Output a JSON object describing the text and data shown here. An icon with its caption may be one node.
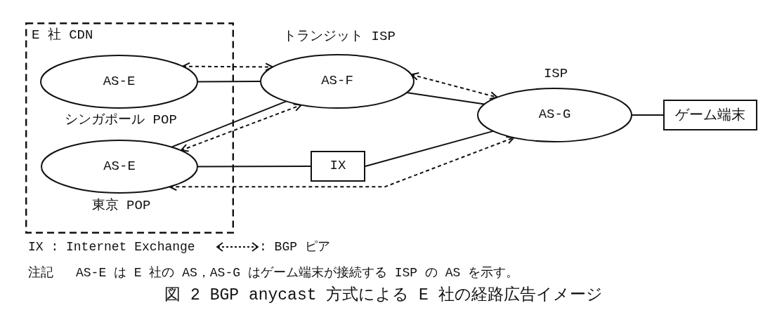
{
  "diagram": {
    "caption": "図 2 BGP anycast 方式による E 社の経路広告イメージ",
    "nodes": [
      {
        "text": [
          "E 社 CDN"
        ]
      },
      {
        "text": [
          "AS-E"
        ],
        "in": 0,
        "beside": [
          "シンガポール POP"
        ]
      },
      {
        "text": [
          "AS-E"
        ],
        "in": 0,
        "beside": [
          "東京 POP"
        ]
      },
      {
        "text": [
          "AS-F"
        ],
        "beside": [
          "トランジット ISP"
        ]
      },
      {
        "text": [
          "IX"
        ]
      },
      {
        "text": [
          "AS-G"
        ],
        "beside": [
          "ISP"
        ]
      },
      {
        "text": [
          "ゲーム端末"
        ]
      }
    ],
    "edges": [
      {
        "from": 1,
        "to": 3,
        "arrow": "none"
      },
      {
        "from": 2,
        "to": 3,
        "arrow": "none"
      },
      {
        "from": 2,
        "to": 4,
        "arrow": "none"
      },
      {
        "from": 4,
        "to": 5,
        "arrow": "none"
      },
      {
        "from": 3,
        "to": 5,
        "arrow": "none"
      },
      {
        "from": 5,
        "to": 6,
        "arrow": "none"
      },
      {
        "from": 1,
        "to": 3,
        "arrow": "both",
        "style": "dashed"
      },
      {
        "from": 2,
        "to": 3,
        "arrow": "both",
        "style": "dashed"
      },
      {
        "from": 3,
        "to": 5,
        "arrow": "both",
        "style": "dashed"
      },
      {
        "from": 2,
        "to": 5,
        "arrow": "both",
        "style": "dashed"
      }
    ],
    "labels": [
      "IX : Internet Exchange",
      "注記",
      "AS-E は E 社の AS，AS-G はゲーム端末が接続する ISP の AS を示す。"
    ],
    "legend": [
      {
        "text": ": BGP ピア"
      }
    ]
  }
}
